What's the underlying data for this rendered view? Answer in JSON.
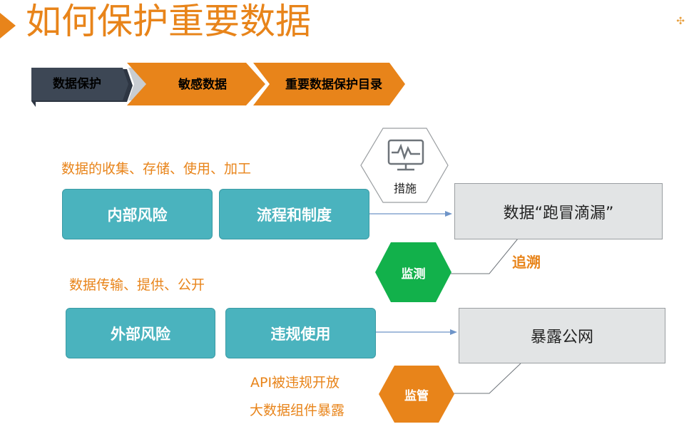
{
  "title": "如何保护重要数据",
  "steps": [
    {
      "label": "数据保护",
      "color": "#3D4755"
    },
    {
      "label": "敏感数据",
      "color": "#E8841A"
    },
    {
      "label": "重要数据保护目录",
      "color": "#E8841A"
    }
  ],
  "measure_hex": {
    "label": "措施",
    "icon": "monitor-pulse-icon"
  },
  "internal": {
    "caption": "数据的收集、存储、使用、加工",
    "risk_label": "内部风险",
    "control_label": "流程和制度",
    "outcome_label": "数据“跑冒滴漏”",
    "action_label": "监测",
    "action_color": "#12B14B",
    "trace_label": "追溯"
  },
  "external": {
    "caption": "数据传输、提供、公开",
    "risk_label": "外部风险",
    "control_label": "违规使用",
    "outcome_label": "暴露公网",
    "action_label": "监管",
    "action_color": "#E8841A",
    "notes": [
      "API被违规开放",
      "大数据组件暴露"
    ]
  },
  "colors": {
    "accent": "#E8841A",
    "teal": "#4AB3BE",
    "dark": "#3D4755",
    "green": "#12B14B"
  }
}
